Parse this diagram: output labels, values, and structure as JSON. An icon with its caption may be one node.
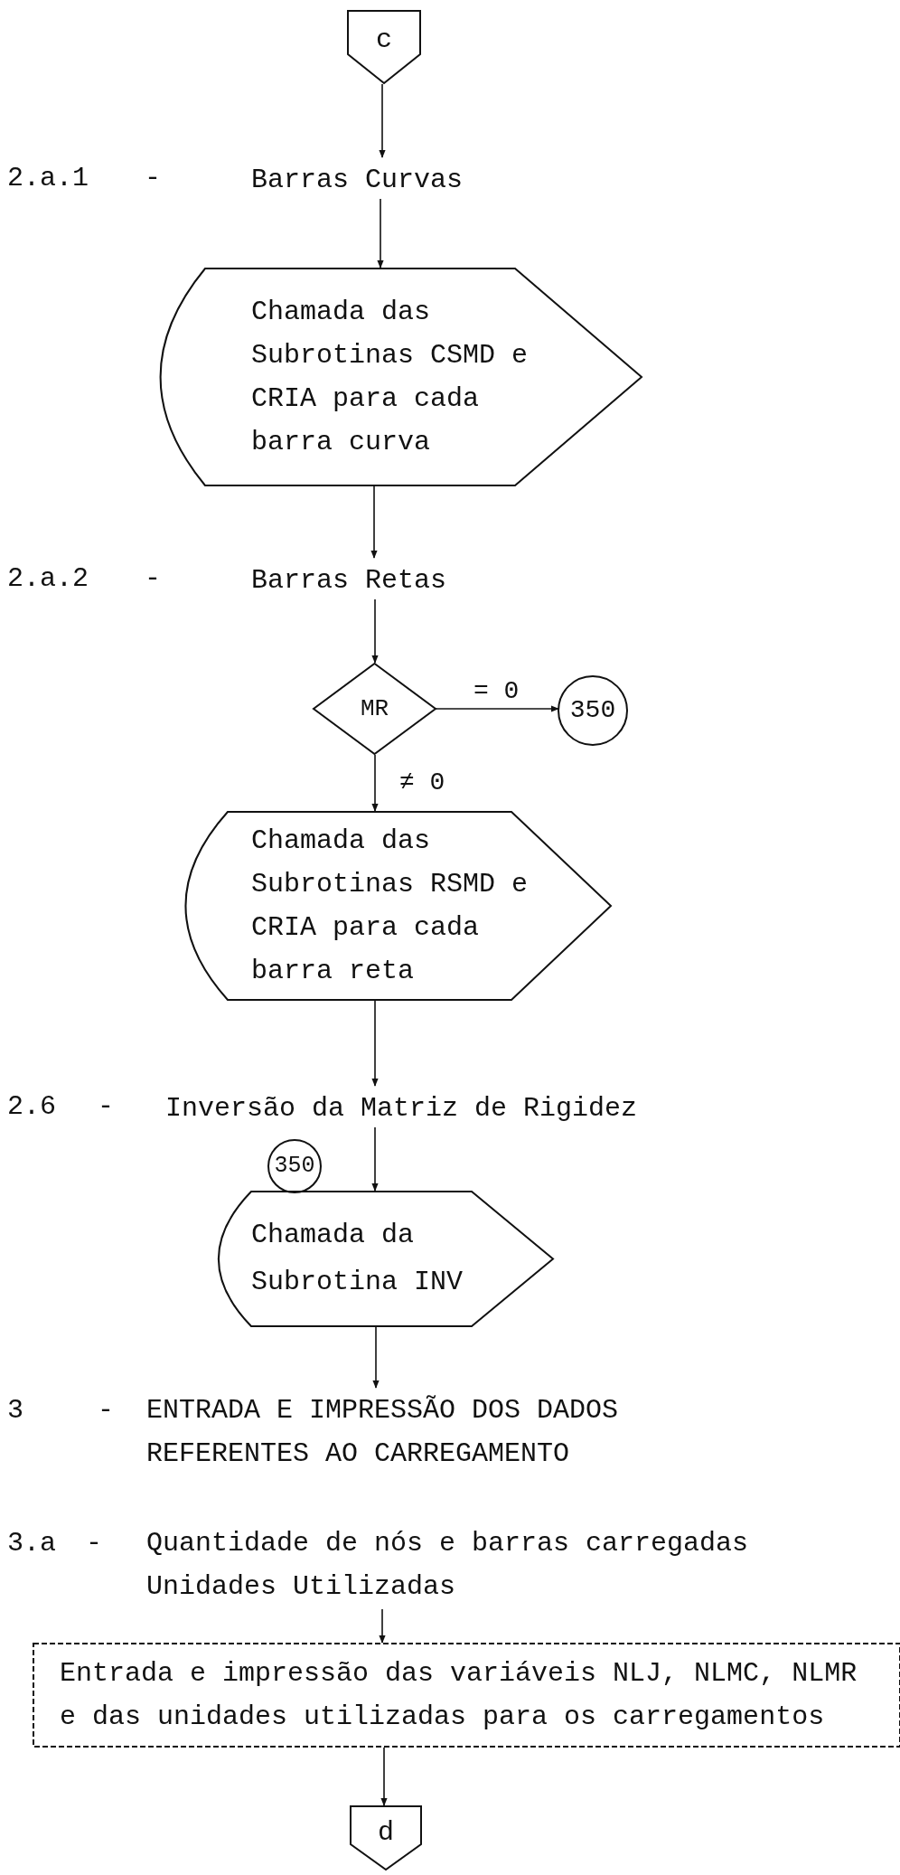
{
  "diagram": {
    "nodes": [
      {
        "text": [
          "c"
        ]
      },
      {
        "text": [
          "Barras Curvas"
        ],
        "beside": [
          "2.a.1",
          "-"
        ]
      },
      {
        "text": [
          "Chamada das Subrotinas CSMD e CRIA para cada barra curva"
        ]
      },
      {
        "text": [
          "Barras Retas"
        ],
        "beside": [
          "2.a.2",
          "-"
        ]
      },
      {
        "text": [
          "MR"
        ]
      },
      {
        "text": [
          "350"
        ]
      },
      {
        "text": [
          "Chamada das Subrotinas RSMD e CRIA para cada barra reta"
        ]
      },
      {
        "text": [
          "Inversão da Matriz de Rigidez"
        ],
        "beside": [
          "2.6",
          "-"
        ]
      },
      {
        "text": [
          "350"
        ]
      },
      {
        "text": [
          "Chamada da Subrotina INV"
        ]
      },
      {
        "text": [
          "ENTRADA E IMPRESSÃO DOS DADOS REFERENTES AO CARREGAMENTO"
        ],
        "beside": [
          "3",
          "-"
        ]
      },
      {
        "text": [
          "Quantidade de nós e barras carregadas Unidades Utilizadas"
        ],
        "beside": [
          "3.a",
          "-"
        ]
      },
      {
        "text": [
          "Entrada e impressão das variáveis NLJ, NLMC, NLMR e das unidades utilizadas para os carregamentos"
        ]
      },
      {
        "text": [
          "d"
        ]
      }
    ],
    "edges": [
      {
        "from": 0,
        "to": 1,
        "arrow": "to"
      },
      {
        "from": 1,
        "to": 2,
        "arrow": "to"
      },
      {
        "from": 2,
        "to": 3,
        "arrow": "to"
      },
      {
        "from": 3,
        "to": 4,
        "arrow": "to"
      },
      {
        "from": 4,
        "to": 5,
        "arrow": "to",
        "label": "= 0"
      },
      {
        "from": 4,
        "to": 6,
        "arrow": "to",
        "label": "≠ 0"
      },
      {
        "from": 6,
        "to": 7,
        "arrow": "to"
      },
      {
        "from": 7,
        "to": 9,
        "arrow": "to"
      },
      {
        "from": 9,
        "to": 10,
        "arrow": "to"
      },
      {
        "from": 11,
        "to": 12,
        "arrow": "to"
      },
      {
        "from": 12,
        "to": 13,
        "arrow": "to"
      }
    ]
  }
}
